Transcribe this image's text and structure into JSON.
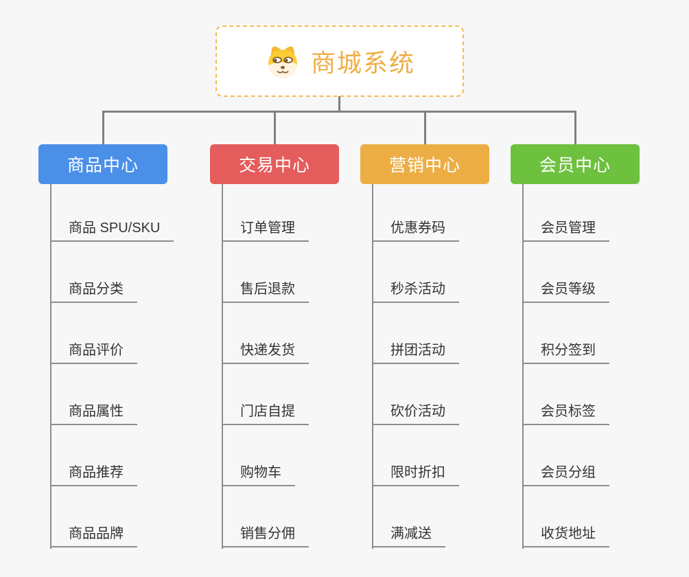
{
  "root": {
    "title": "商城系统",
    "icon": "dog-face-icon"
  },
  "theme": {
    "background": "#f7f7f7",
    "root_text": "#efae48",
    "root_border": "#f3bb55",
    "connector": "#808080",
    "leaf_text": "#333333",
    "leaf_line": "#8c8c8c"
  },
  "branches": [
    {
      "label": "商品中心",
      "color": "#4a90e9",
      "items": [
        "商品 SPU/SKU",
        "商品分类",
        "商品评价",
        "商品属性",
        "商品推荐",
        "商品品牌"
      ]
    },
    {
      "label": "交易中心",
      "color": "#e45c5c",
      "items": [
        "订单管理",
        "售后退款",
        "快递发货",
        "门店自提",
        "购物车",
        "销售分佣"
      ]
    },
    {
      "label": "营销中心",
      "color": "#ecae44",
      "items": [
        "优惠券码",
        "秒杀活动",
        "拼团活动",
        "砍价活动",
        "限时折扣",
        "满减送"
      ]
    },
    {
      "label": "会员中心",
      "color": "#6ec03f",
      "items": [
        "会员管理",
        "会员等级",
        "积分签到",
        "会员标签",
        "会员分组",
        "收货地址"
      ]
    }
  ]
}
